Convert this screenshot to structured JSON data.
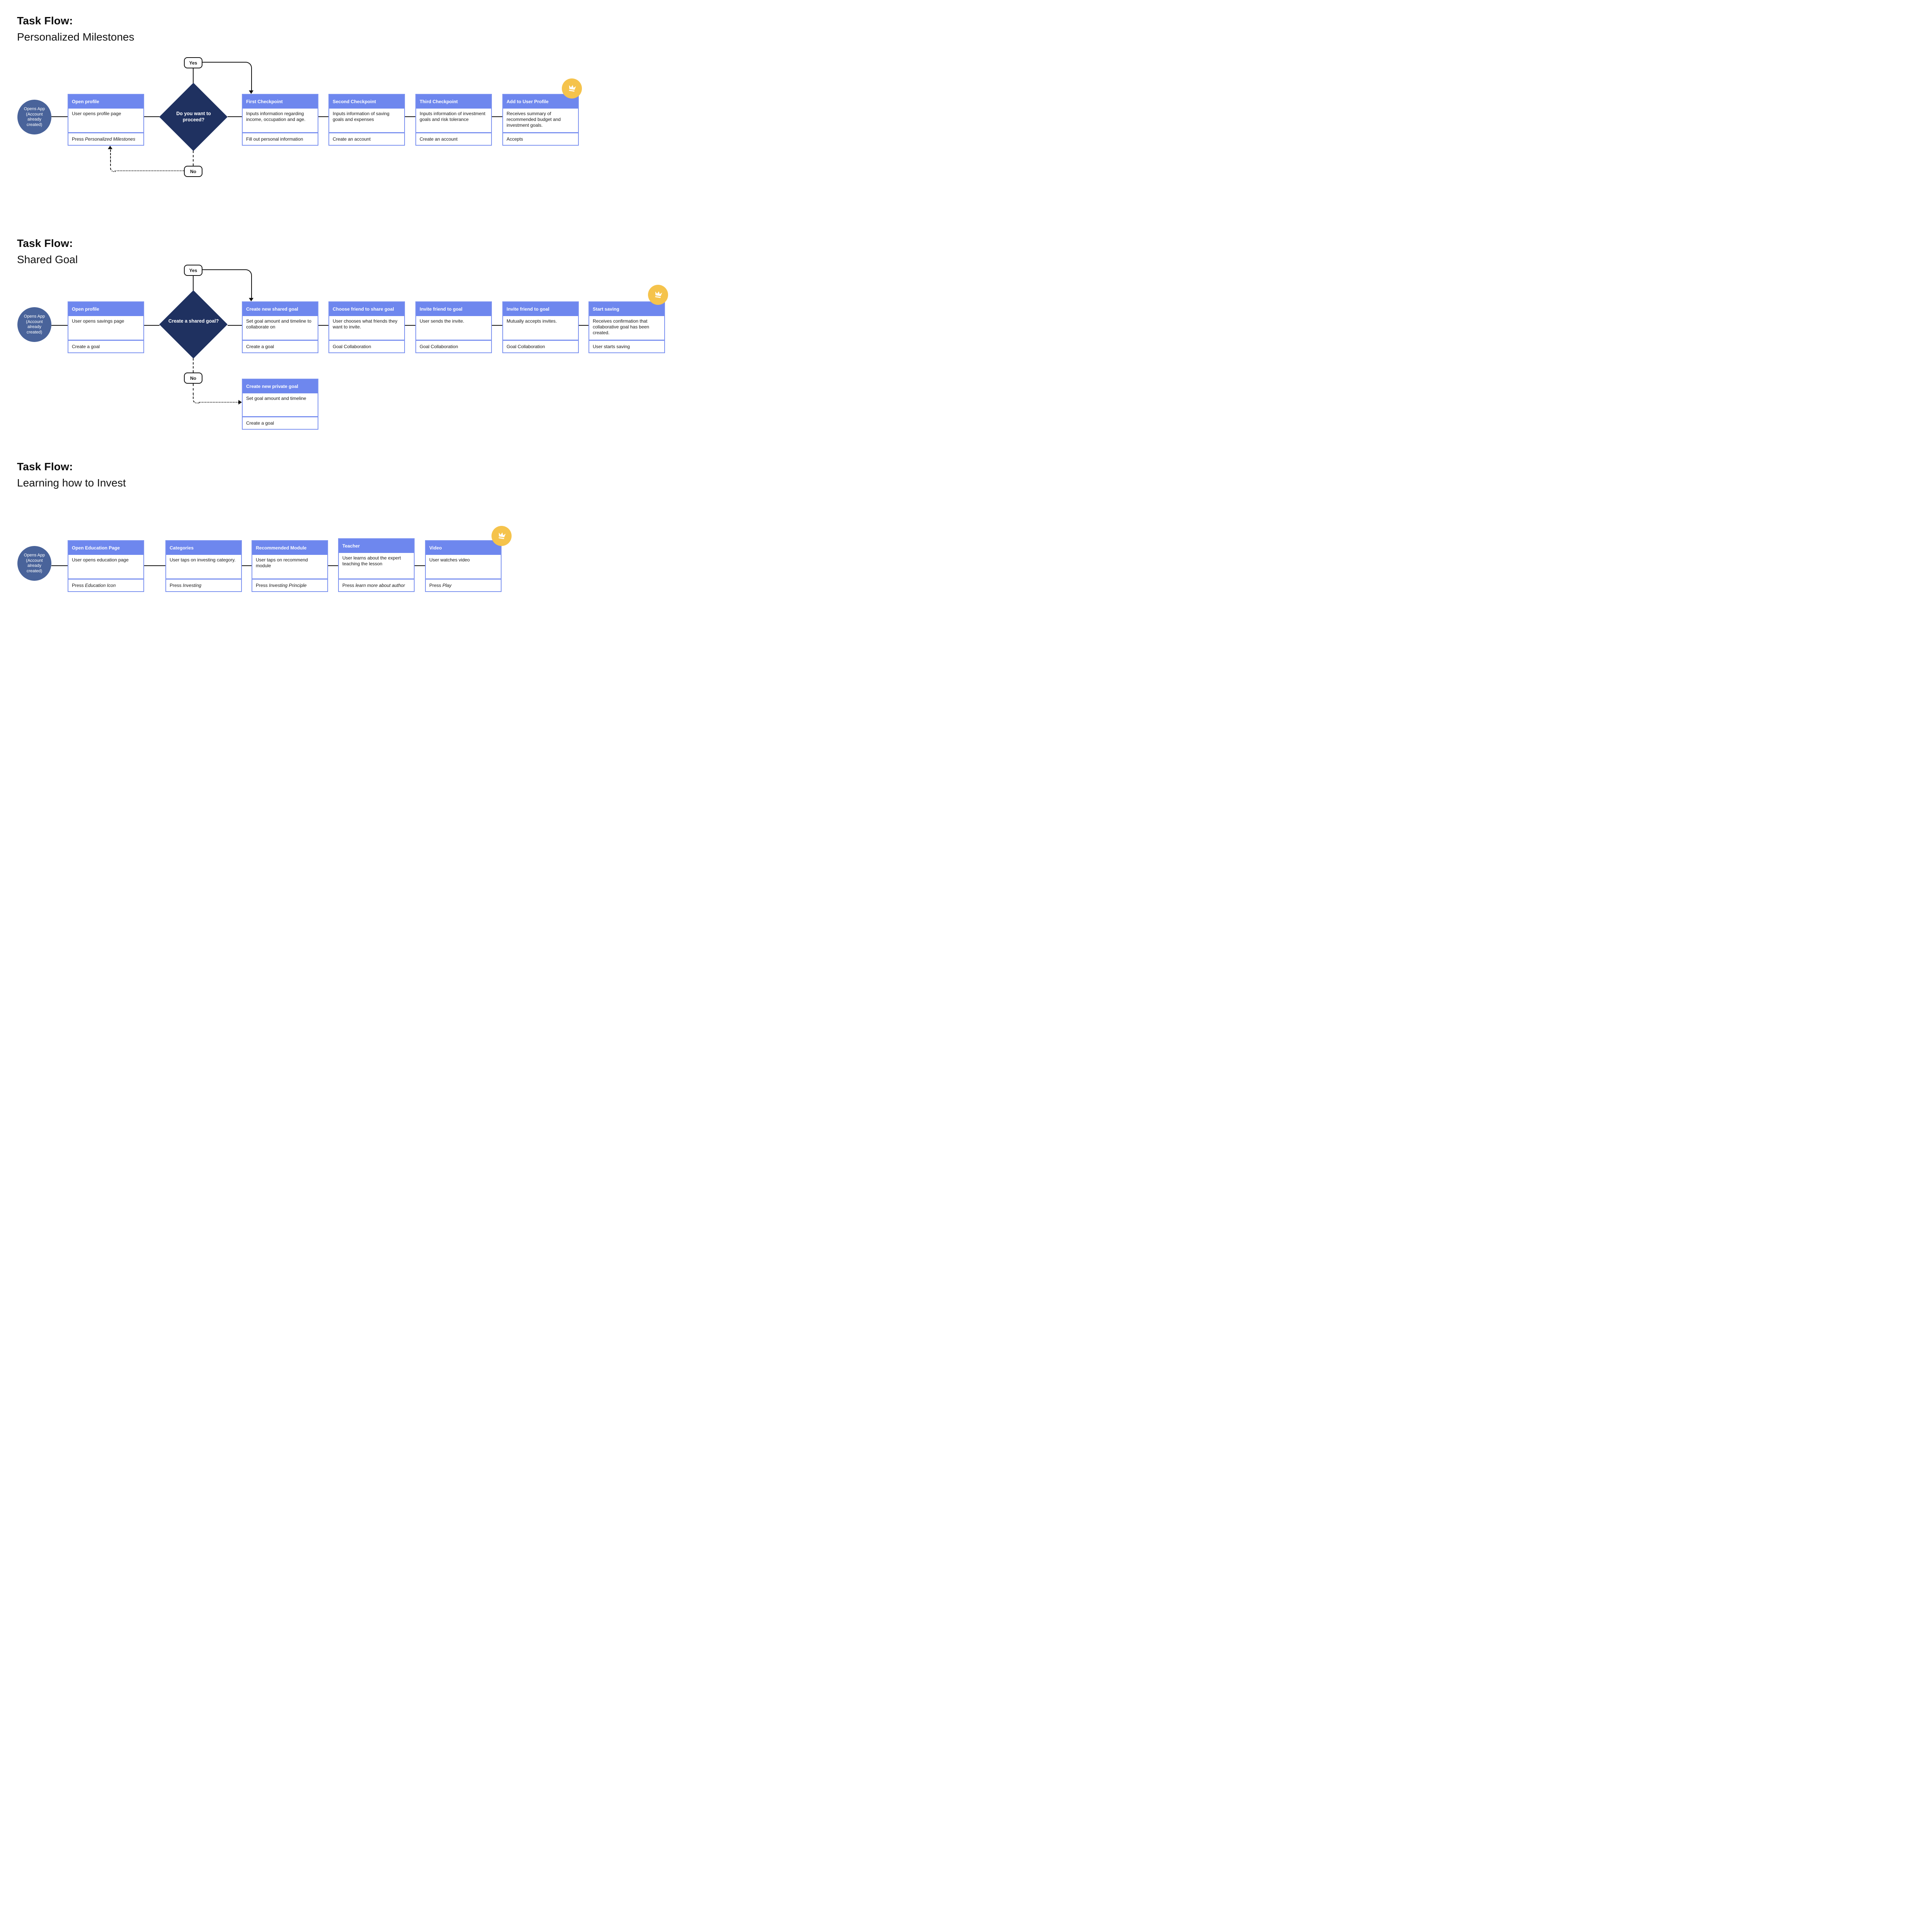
{
  "page": {
    "background": "#ffffff"
  },
  "colors": {
    "card_header_blue": "#6E87EE",
    "card_border_blue": "#7C92F0",
    "diamond_navy": "#1F3160",
    "start_circle_blue": "#49639A",
    "crown_badge_yellow": "#F5C34C",
    "connector_black": "#111111"
  },
  "icons": {
    "crown": "crown-icon"
  },
  "flows": [
    {
      "title": "Task Flow:",
      "subtitle": "Personalized Milestones",
      "start": "Opens App (Account already created)",
      "decision": "Do you want to proceed?",
      "yes_label": "Yes",
      "no_label": "No",
      "cards": [
        {
          "title": "Open profile",
          "body": "User opens profile page",
          "footer": "Press ",
          "footer_italic": "Personalized Milestones"
        },
        {
          "title": "First Checkpoint",
          "body": "Inputs information regarding income, occupation and age.",
          "footer": "Fill out personal information",
          "footer_italic": ""
        },
        {
          "title": "Second Checkpoint",
          "body": "Inputs information of saving goals and expenses",
          "footer": "Create an account",
          "footer_italic": ""
        },
        {
          "title": "Third Checkpoint",
          "body": "Inputs information of investment goals and risk tolerance",
          "footer": "Create an account",
          "footer_italic": ""
        },
        {
          "title": "Add to User Profile",
          "body": "Receives summary of recommended budget and investment goals.",
          "footer": "Accepts",
          "footer_italic": ""
        }
      ]
    },
    {
      "title": "Task Flow:",
      "subtitle": "Shared Goal",
      "start": "Opens App (Account already created)",
      "decision": "Create a shared goal?",
      "yes_label": "Yes",
      "no_label": "No",
      "cards": [
        {
          "title": "Open profile",
          "body": "User opens savings page",
          "footer": "Create a goal",
          "footer_italic": ""
        },
        {
          "title": "Create new shared goal",
          "body": "Set goal amount and timeline to collaborate on",
          "footer": "Create a goal",
          "footer_italic": ""
        },
        {
          "title": "Choose friend to share goal",
          "body": "User chooses what friends they want to invite.",
          "footer": "Goal Collaboration",
          "footer_italic": ""
        },
        {
          "title": "Invite friend to goal",
          "body": "User sends the invite.",
          "footer": "Goal Collaboration",
          "footer_italic": ""
        },
        {
          "title": "Invite friend to goal",
          "body": "Mutually accepts invites.",
          "footer": "Goal Collaboration",
          "footer_italic": ""
        },
        {
          "title": "Start saving",
          "body": "Receives confirmation that collaborative goal has been created.",
          "footer": "User starts saving",
          "footer_italic": ""
        }
      ],
      "no_card": {
        "title": "Create new private goal",
        "body": "Set goal amount and timeline",
        "footer": "Create a goal",
        "footer_italic": ""
      }
    },
    {
      "title": "Task Flow:",
      "subtitle": "Learning how to Invest",
      "start": "Opens App (Account already created)",
      "cards": [
        {
          "title": "Open Education Page",
          "body": "User opens education page",
          "footer": "Press ",
          "footer_italic": "Education Icon"
        },
        {
          "title": "Categories",
          "body": "User taps on investing category.",
          "footer": "Press ",
          "footer_italic": "Investing"
        },
        {
          "title": "Recommended Module",
          "body": "User taps on recommend module",
          "footer": "Press ",
          "footer_italic": "Investing Principle"
        },
        {
          "title": "Teacher",
          "body": "User learns about the expert teaching the lesson",
          "footer": "Press ",
          "footer_italic": "learn more about author"
        },
        {
          "title": "Video",
          "body": "User watches video",
          "footer": "Press ",
          "footer_italic": "Play"
        }
      ]
    }
  ]
}
